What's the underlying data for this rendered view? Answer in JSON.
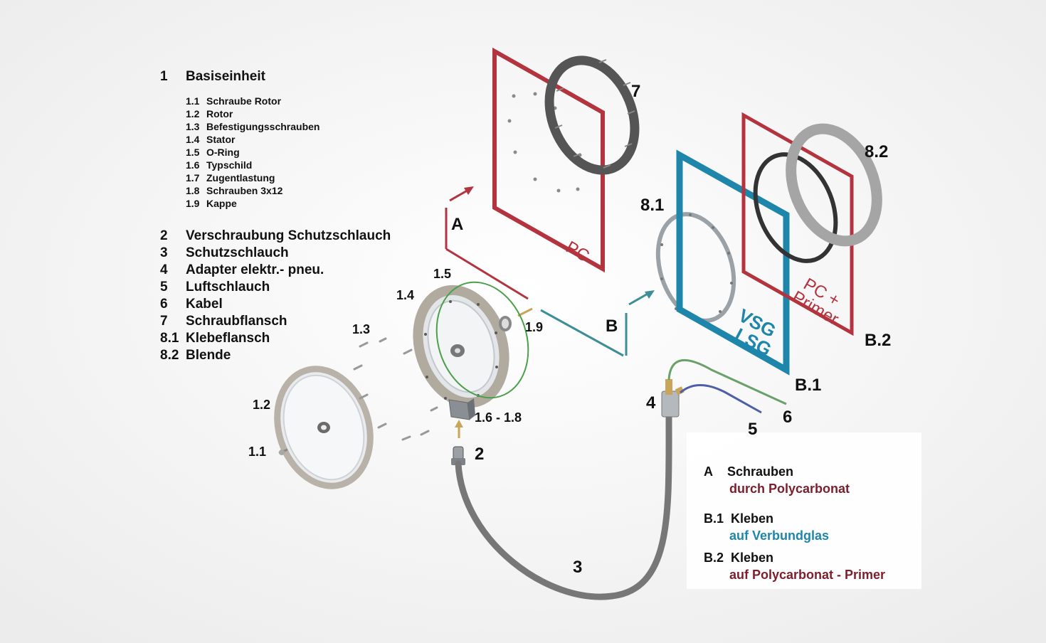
{
  "legend": {
    "main1": {
      "num": "1",
      "label": "Basiseinheit"
    },
    "sub": [
      {
        "num": "1.1",
        "label": "Schraube Rotor"
      },
      {
        "num": "1.2",
        "label": "Rotor"
      },
      {
        "num": "1.3",
        "label": "Befestigungsschrauben"
      },
      {
        "num": "1.4",
        "label": "Stator"
      },
      {
        "num": "1.5",
        "label": "O-Ring"
      },
      {
        "num": "1.6",
        "label": "Typschild"
      },
      {
        "num": "1.7",
        "label": "Zugentlastung"
      },
      {
        "num": "1.8",
        "label": "Schrauben 3x12"
      },
      {
        "num": "1.9",
        "label": "Kappe"
      }
    ],
    "main": [
      {
        "num": "2",
        "label": "Verschraubung Schutzschlauch"
      },
      {
        "num": "3",
        "label": "Schutzschlauch"
      },
      {
        "num": "4",
        "label": "Adapter elektr.- pneu."
      },
      {
        "num": "5",
        "label": "Luftschlauch"
      },
      {
        "num": "6",
        "label": "Kabel"
      },
      {
        "num": "7",
        "label": "Schraubflansch"
      },
      {
        "num": "8.1",
        "label": "Klebeflansch"
      },
      {
        "num": "8.2",
        "label": "Blende"
      }
    ]
  },
  "callouts": {
    "c1_1": "1.1",
    "c1_2": "1.2",
    "c1_3": "1.3",
    "c1_4": "1.4",
    "c1_5": "1.5",
    "c1_68": "1.6 - 1.8",
    "c1_9": "1.9",
    "c2": "2",
    "c3": "3",
    "c4": "4",
    "c5": "5",
    "c6": "6",
    "c7": "7",
    "c8_1": "8.1",
    "c8_2": "8.2",
    "A": "A",
    "B": "B",
    "B1": "B.1",
    "B2": "B.2"
  },
  "panels": {
    "pc": "PC",
    "vsg": "VSG",
    "lsg": "LSG",
    "pc_plus": "PC +",
    "primer": "Primer"
  },
  "right_legend": {
    "a_key": "A",
    "a_label": "Schrauben",
    "a_detail": "durch Polycarbonat",
    "b1_key": "B.1",
    "b1_label": "Kleben",
    "b1_detail": "auf Verbundglas",
    "b2_key": "B.2",
    "b2_label": "Kleben",
    "b2_detail": "auf Polycarbonat - Primer"
  },
  "colors": {
    "red": "#b3343f",
    "blue": "#1f86ab",
    "dark_red_text": "#7a1f2b",
    "green": "#5a9e5a",
    "gold": "#c9a55a"
  }
}
